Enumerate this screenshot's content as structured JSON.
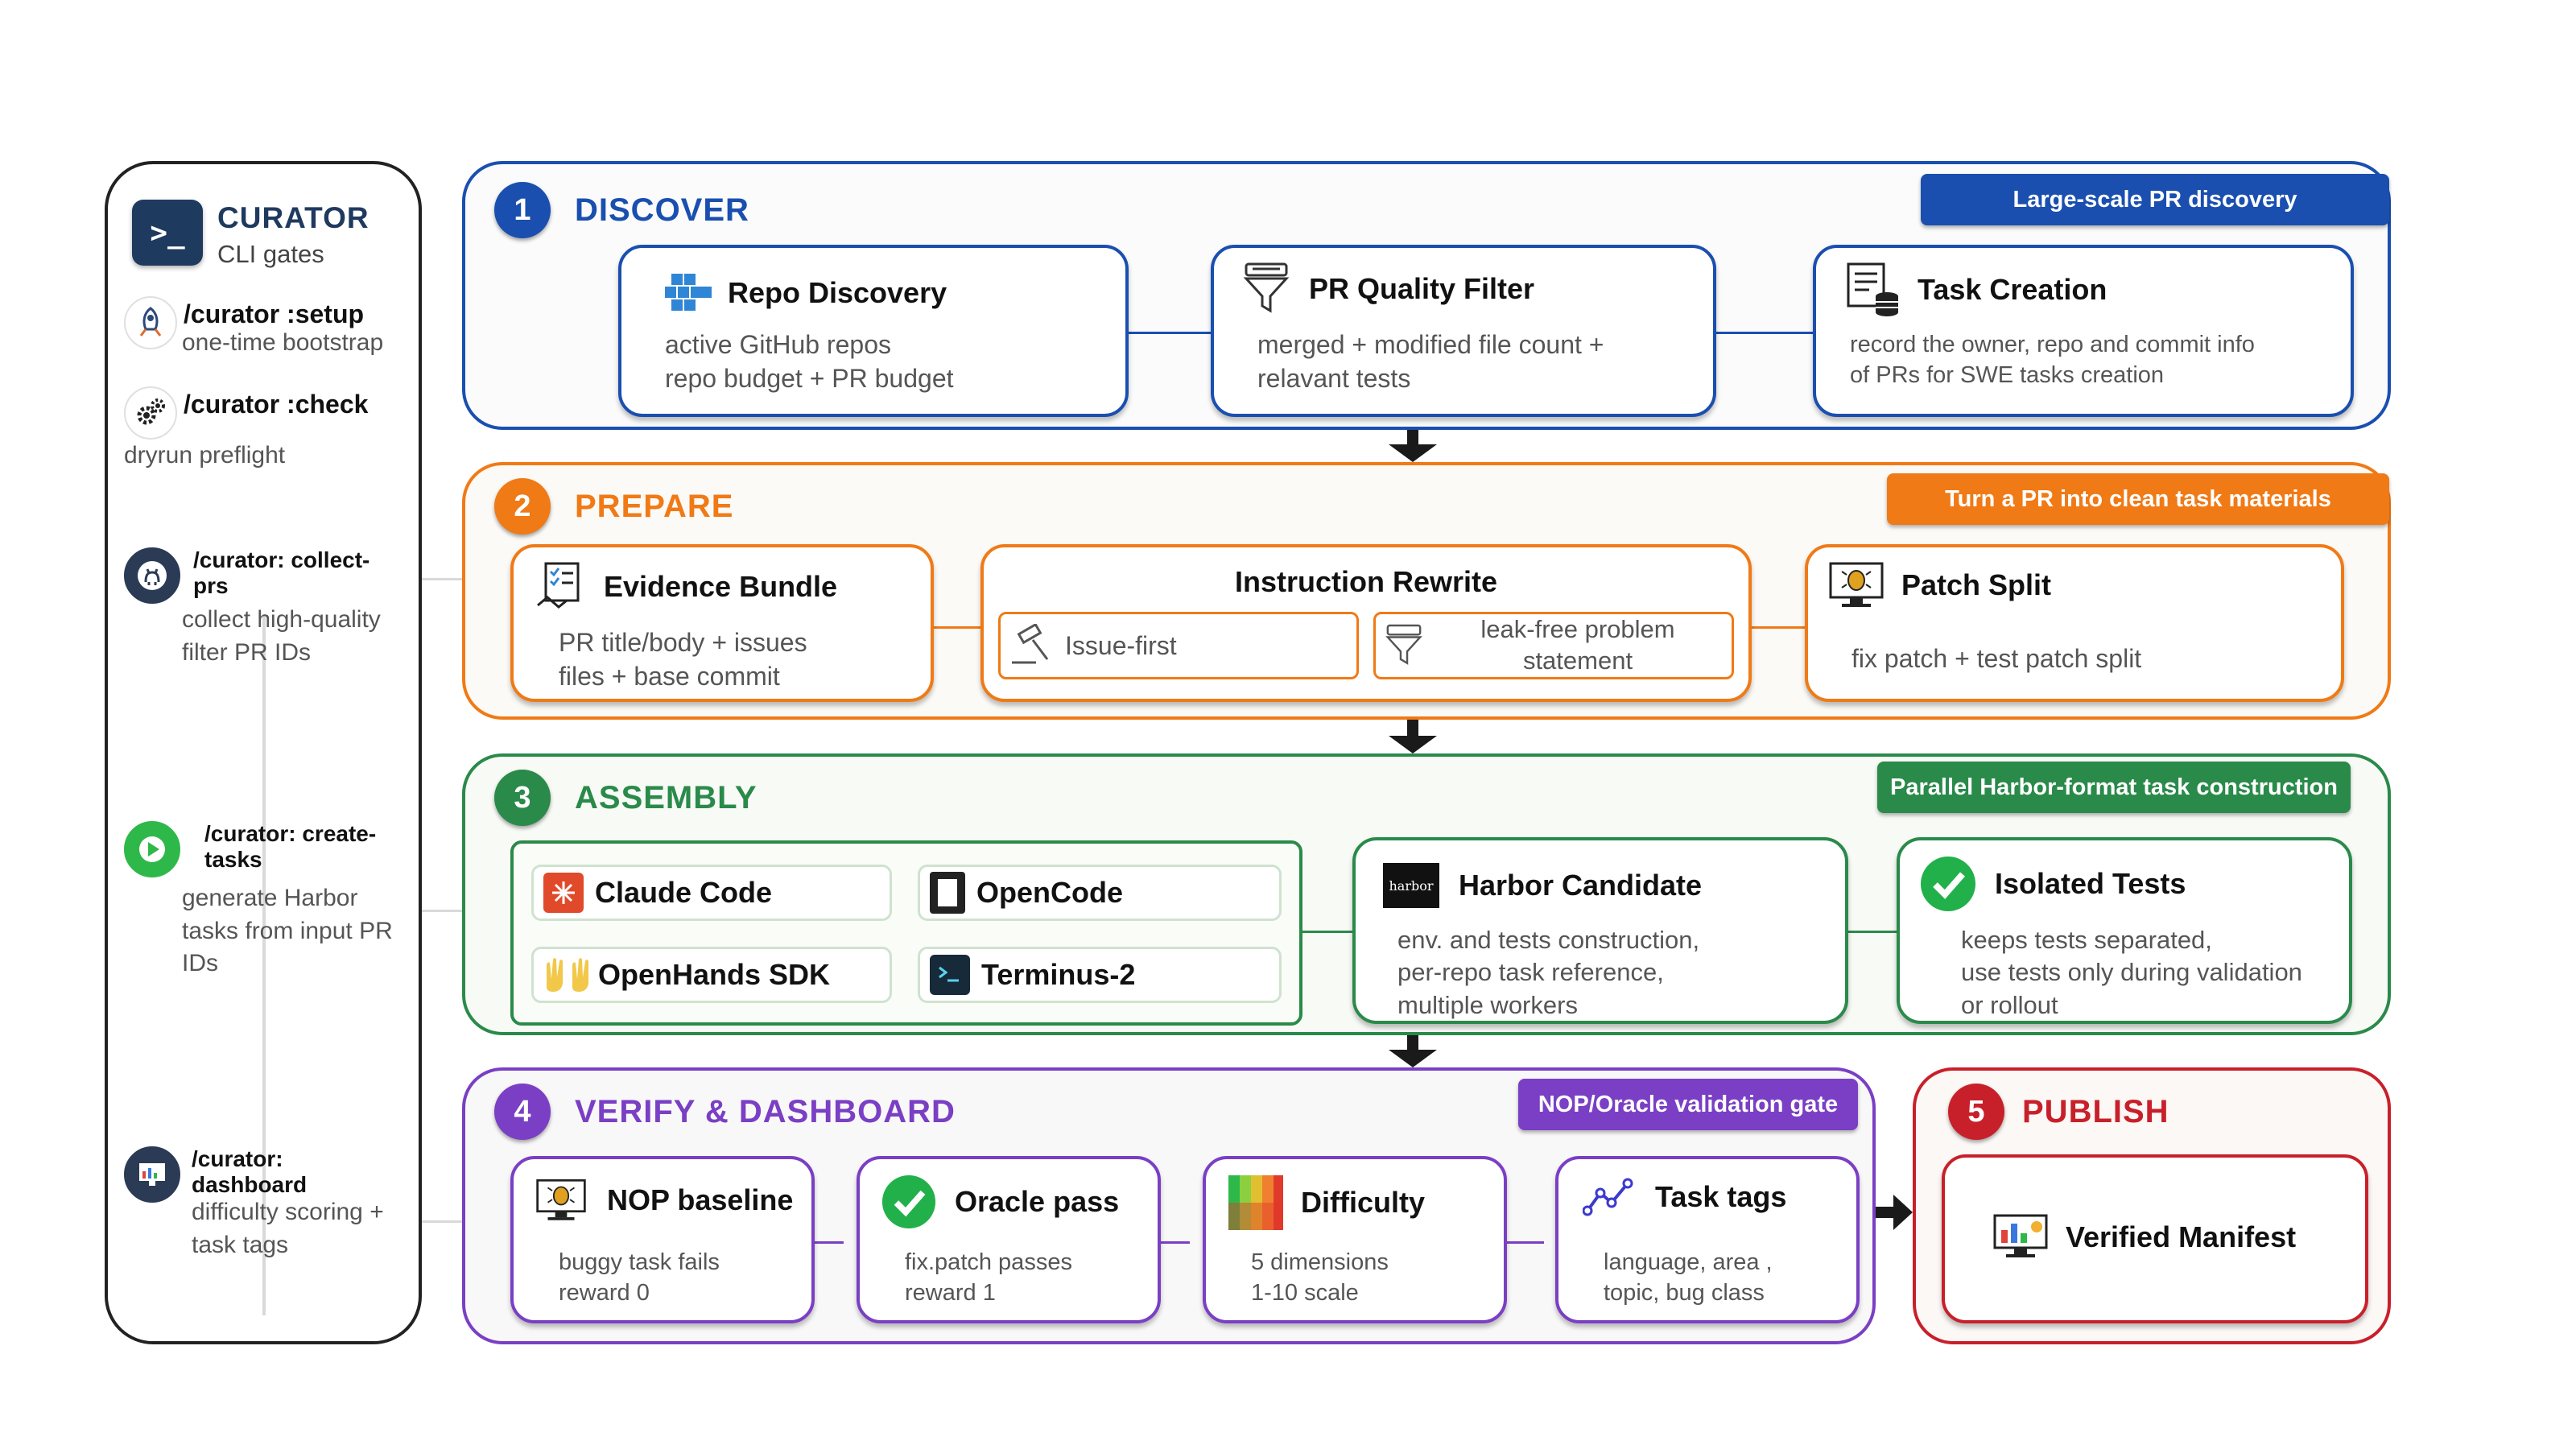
{
  "sidebar": {
    "title": "CURATOR",
    "subtitle": "CLI gates",
    "commands": [
      {
        "name": "/curator :setup",
        "desc": "one-time bootstrap",
        "icon": "rocket-icon"
      },
      {
        "name": "/curator :check",
        "desc": "dryrun preflight",
        "icon": "gears-icon"
      },
      {
        "name": "/curator: collect-prs",
        "name_l1": "/curator: collect-",
        "name_l2": "prs",
        "desc_l1": "collect high-quality",
        "desc_l2": "filter PR IDs",
        "icon": "github-icon"
      },
      {
        "name": "/curator: create-tasks",
        "name_l1": "/curator: create-",
        "name_l2": "tasks",
        "desc_l1": "generate Harbor",
        "desc_l2": "tasks from input PR",
        "desc_l3": "IDs",
        "icon": "play-icon"
      },
      {
        "name": "/curator: dashboard",
        "name_l1": "/curator:",
        "name_l2": "dashboard",
        "desc_l1": "difficulty scoring +",
        "desc_l2": "task tags",
        "icon": "dashboard-icon"
      }
    ]
  },
  "stages": {
    "discover": {
      "number": "1",
      "title": "DISCOVER",
      "badge": "Large-scale PR discovery",
      "color": "#1a4fb0",
      "cards": [
        {
          "title": "Repo Discovery",
          "desc": "active GitHub repos\nrepo budget + PR budget",
          "icon": "cubes-icon"
        },
        {
          "title": "PR Quality Filter",
          "desc": "merged + modified file count +\nrelavant tests",
          "icon": "funnel-icon"
        },
        {
          "title": "Task Creation",
          "desc": "record the owner, repo and commit info\nof PRs for SWE tasks creation",
          "icon": "database-doc-icon"
        }
      ]
    },
    "prepare": {
      "number": "2",
      "title": "PREPARE",
      "badge": "Turn a PR into clean task materials",
      "color": "#f07a16",
      "evidence": {
        "title": "Evidence Bundle",
        "desc": "PR title/body + issues\nfiles + base commit",
        "icon": "checklist-icon"
      },
      "rewrite": {
        "title": "Instruction Rewrite",
        "sub1": "Issue-first",
        "sub2": "leak-free problem\nstatement"
      },
      "split": {
        "title": "Patch Split",
        "desc": "fix patch + test patch split",
        "icon": "bug-monitor-icon"
      }
    },
    "assembly": {
      "number": "3",
      "title": "ASSEMBLY",
      "badge": "Parallel Harbor-format task construction",
      "color": "#2a8a4a",
      "agents": [
        "Claude Code",
        "OpenCode",
        "OpenHands SDK",
        "Terminus-2"
      ],
      "harbor": {
        "title": "Harbor Candidate",
        "logo": "harbor",
        "desc": "env. and tests construction,\nper-repo task reference,\nmultiple workers"
      },
      "isolated": {
        "title": "Isolated Tests",
        "desc": "keeps tests separated,\nuse tests only during validation\nor rollout",
        "icon": "check-circle-icon"
      }
    },
    "verify": {
      "number": "4",
      "title": "VERIFY & DASHBOARD",
      "badge": "NOP/Oracle validation gate",
      "color": "#7a3fc4",
      "cards": [
        {
          "title": "NOP baseline",
          "desc": "buggy task fails\nreward 0",
          "icon": "bug-monitor-icon"
        },
        {
          "title": "Oracle pass",
          "desc": "fix.patch passes\nreward 1",
          "icon": "check-circle-icon"
        },
        {
          "title": "Difficulty",
          "desc": "5 dimensions\n1-10 scale",
          "icon": "heatmap-icon"
        },
        {
          "title": "Task tags",
          "desc": "language, area ,\ntopic, bug class",
          "icon": "trend-icon"
        }
      ]
    },
    "publish": {
      "number": "5",
      "title": "PUBLISH",
      "color": "#c8202a",
      "manifest": {
        "title": "Verified Manifest",
        "icon": "dashboard-icon"
      }
    }
  }
}
